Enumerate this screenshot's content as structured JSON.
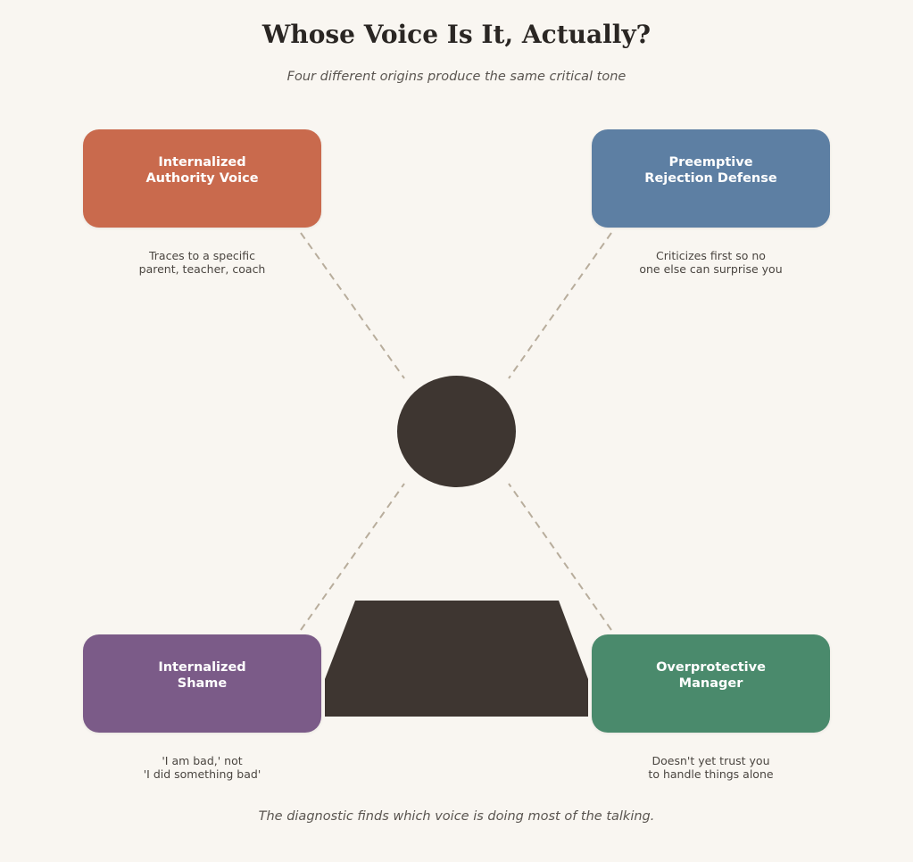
{
  "title": "Whose Voice Is It, Actually?",
  "subtitle": "Four different origins produce the same critical tone",
  "footer": "The diagnostic finds which voice is doing most of the talking.",
  "colors": {
    "background": "#f9f6f1",
    "figure": "#3e3631",
    "connector": "#b8ad9c"
  },
  "origins": [
    {
      "label": "Internalized\nAuthority Voice",
      "description": "Traces to a specific\nparent, teacher, coach",
      "color": "#c96a4d"
    },
    {
      "label": "Preemptive\nRejection Defense",
      "description": "Criticizes first so no\none else can surprise you",
      "color": "#5d7fa3"
    },
    {
      "label": "Internalized\nShame",
      "description": "'I am bad,' not\n'I did something bad'",
      "color": "#7b5b88"
    },
    {
      "label": "Overprotective\nManager",
      "description": "Doesn't yet trust you\nto handle things alone",
      "color": "#4a8a6c"
    }
  ]
}
